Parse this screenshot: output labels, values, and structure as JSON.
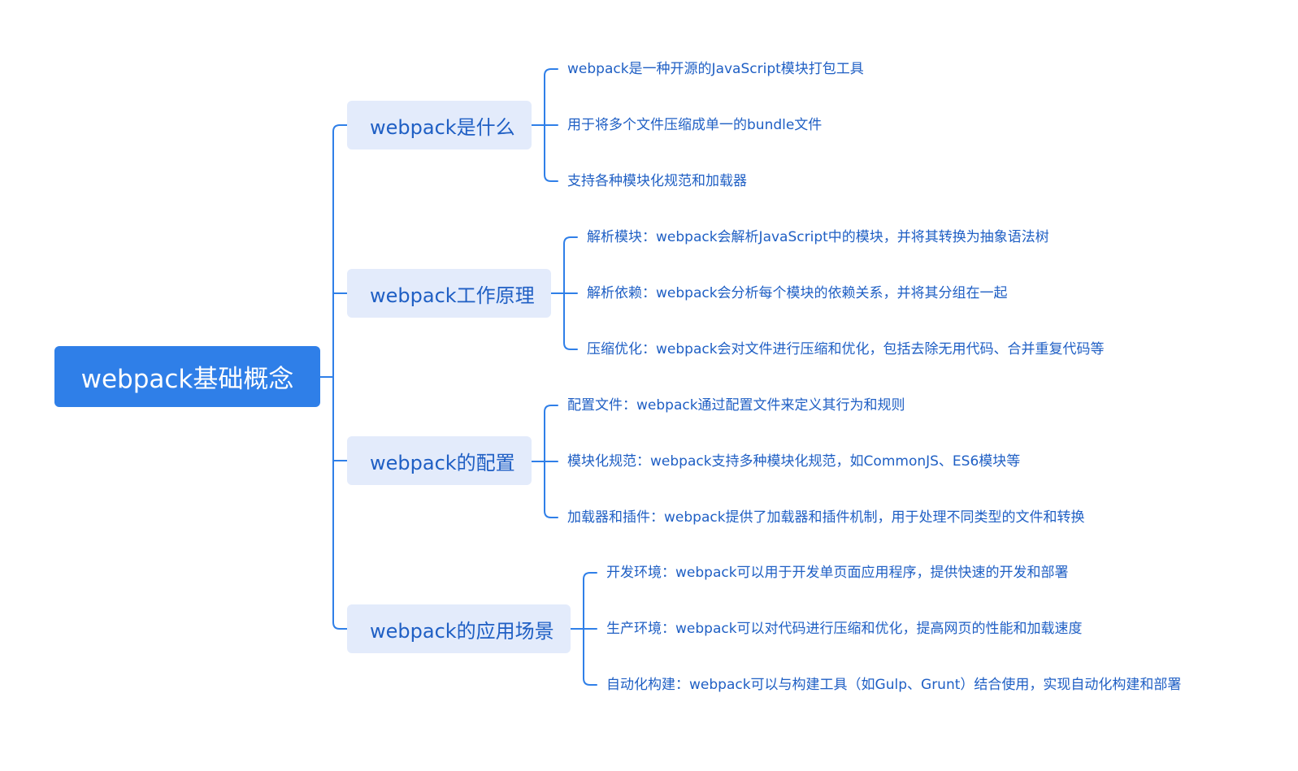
{
  "root": {
    "label": "webpack基础概念"
  },
  "branches": [
    {
      "label": "webpack是什么",
      "leaves": [
        "webpack是一种开源的JavaScript模块打包工具",
        "用于将多个文件压缩成单一的bundle文件",
        "支持各种模块化规范和加载器"
      ]
    },
    {
      "label": "webpack工作原理",
      "leaves": [
        "解析模块：webpack会解析JavaScript中的模块，并将其转换为抽象语法树",
        "解析依赖：webpack会分析每个模块的依赖关系，并将其分组在一起",
        "压缩优化：webpack会对文件进行压缩和优化，包括去除无用代码、合并重复代码等"
      ]
    },
    {
      "label": "webpack的配置",
      "leaves": [
        "配置文件：webpack通过配置文件来定义其行为和规则",
        "模块化规范：webpack支持多种模块化规范，如CommonJS、ES6模块等",
        "加载器和插件：webpack提供了加载器和插件机制，用于处理不同类型的文件和转换"
      ]
    },
    {
      "label": "webpack的应用场景",
      "leaves": [
        "开发环境：webpack可以用于开发单页面应用程序，提供快速的开发和部署",
        "生产环境：webpack可以对代码进行压缩和优化，提高网页的性能和加载速度",
        "自动化构建：webpack可以与构建工具（如Gulp、Grunt）结合使用，实现自动化构建和部署"
      ]
    }
  ],
  "colors": {
    "root_bg": "#2f7fe8",
    "root_text": "#ffffff",
    "branch_bg": "#e3ebfb",
    "text": "#1f5fc4",
    "connector": "#2f7fe8"
  }
}
